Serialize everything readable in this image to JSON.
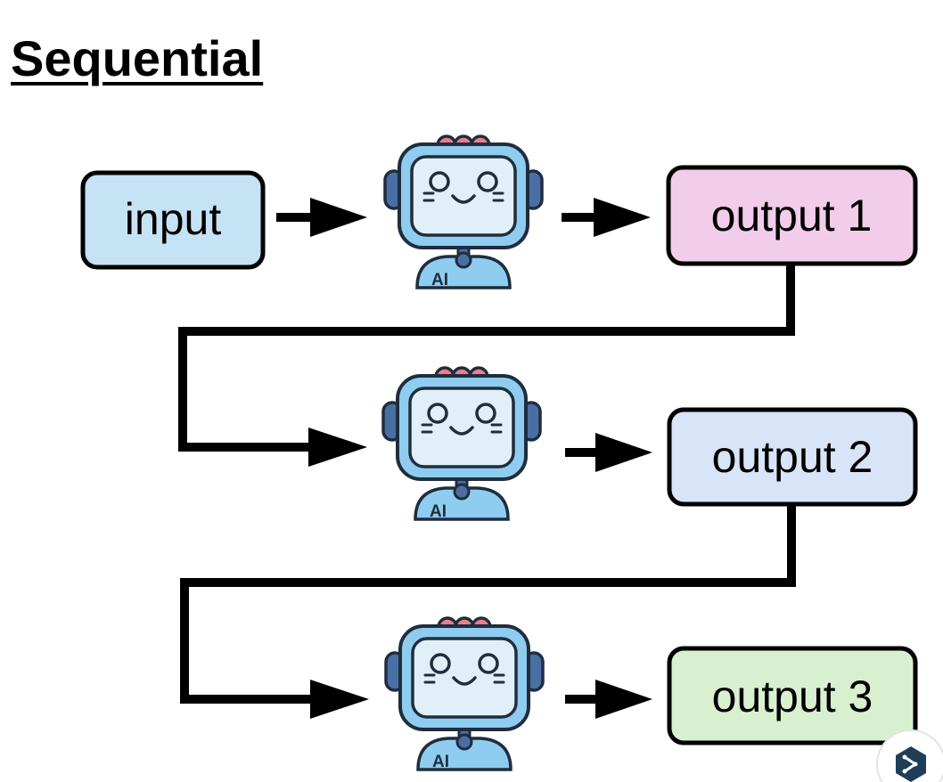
{
  "title": "Sequential",
  "nodes": {
    "input": {
      "label": "input",
      "color": "#c6e2f5"
    },
    "output1": {
      "label": "output 1",
      "color": "#f1cdea"
    },
    "output2": {
      "label": "output 2",
      "color": "#d8e4f7"
    },
    "output3": {
      "label": "output 3",
      "color": "#d8f0cf"
    }
  },
  "robots": [
    {
      "icon": "robot-icon",
      "badge": "AI"
    },
    {
      "icon": "robot-icon",
      "badge": "AI"
    },
    {
      "icon": "robot-icon",
      "badge": "AI"
    }
  ],
  "colors": {
    "robot_body": "#8fcdf0",
    "robot_screen": "#e1eff9",
    "robot_side": "#4a6fa5",
    "robot_top": "#ea7f86",
    "stroke": "#1f2d3d",
    "arrow": "#000000"
  },
  "corner_badge": {
    "icon": "share-icon",
    "color": "#1f3d56"
  }
}
